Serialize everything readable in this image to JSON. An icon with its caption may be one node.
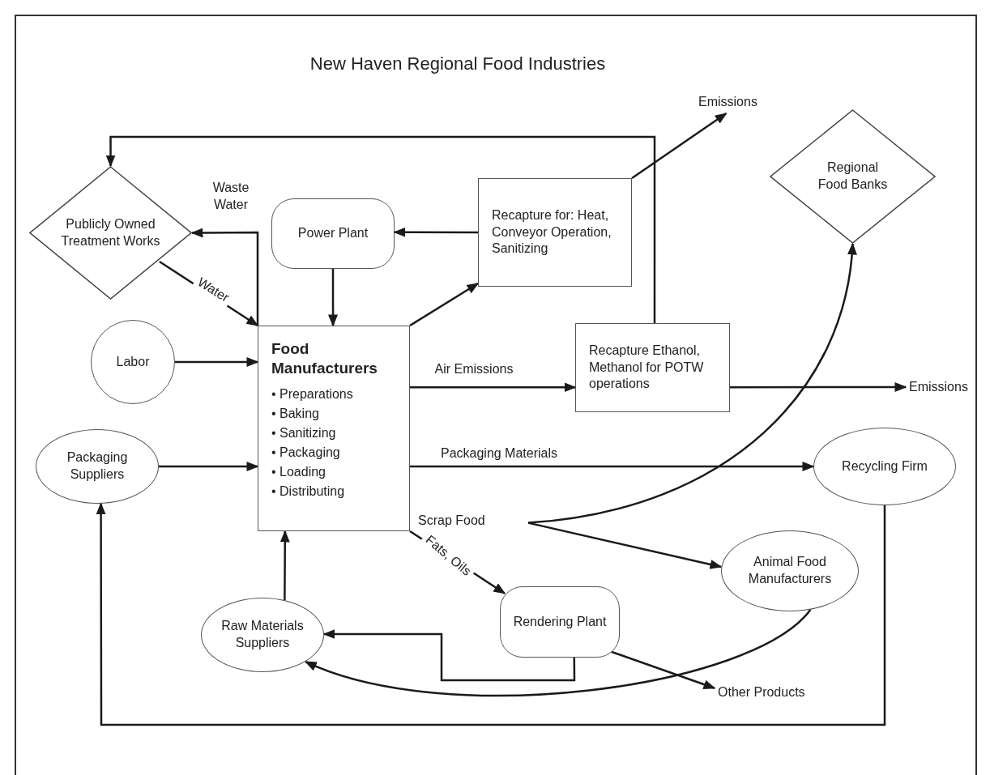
{
  "diagram": {
    "title": "New Haven Regional Food Industries",
    "nodes": [
      {
        "text": [
          "Publicly Owned Treatment Works"
        ]
      },
      {
        "text": [
          "Power Plant"
        ]
      },
      {
        "text": [
          "Recapture for: Heat, Conveyor Operation, Sanitizing"
        ]
      },
      {
        "text": [
          "Regional Food Banks"
        ]
      },
      {
        "text": [
          "Labor"
        ]
      },
      {
        "text": [
          "Food Manufacturers",
          "• Preparations",
          "• Baking",
          "• Sanitizing",
          "• Packaging",
          "• Loading",
          "• Distributing"
        ]
      },
      {
        "text": [
          "Recapture Ethanol, Methanol for POTW operations"
        ]
      },
      {
        "text": [
          "Emissions"
        ]
      },
      {
        "text": [
          "Emissions"
        ]
      },
      {
        "text": [
          "Packaging Suppliers"
        ]
      },
      {
        "text": [
          "Recycling Firm"
        ]
      },
      {
        "text": [
          "Scrap Food"
        ]
      },
      {
        "text": [
          "Animal Food Manufacturers"
        ]
      },
      {
        "text": [
          "Rendering Plant"
        ]
      },
      {
        "text": [
          "Raw Materials Suppliers"
        ]
      },
      {
        "text": [
          "Other Products"
        ]
      }
    ],
    "edges": [
      {
        "from": 5,
        "to": 0,
        "arrow": "to",
        "label": "Waste Water"
      },
      {
        "from": 0,
        "to": 5,
        "arrow": "to",
        "label": "Water"
      },
      {
        "from": 1,
        "to": 5,
        "arrow": "to"
      },
      {
        "from": 2,
        "to": 1,
        "arrow": "to"
      },
      {
        "from": 5,
        "to": 2,
        "arrow": "to"
      },
      {
        "from": 2,
        "to": 7,
        "arrow": "to"
      },
      {
        "from": 6,
        "to": 0,
        "arrow": "to"
      },
      {
        "from": 4,
        "to": 5,
        "arrow": "to"
      },
      {
        "from": 5,
        "to": 6,
        "arrow": "to",
        "label": "Air Emissions"
      },
      {
        "from": 6,
        "to": 8,
        "arrow": "to"
      },
      {
        "from": 9,
        "to": 5,
        "arrow": "to"
      },
      {
        "from": 5,
        "to": 10,
        "arrow": "to",
        "label": "Packaging Materials"
      },
      {
        "from": 11,
        "to": 3,
        "arrow": "to"
      },
      {
        "from": 11,
        "to": 12,
        "arrow": "to"
      },
      {
        "from": 5,
        "to": 13,
        "arrow": "to",
        "label": "Fats, Oils"
      },
      {
        "from": 14,
        "to": 5,
        "arrow": "to"
      },
      {
        "from": 13,
        "to": 14,
        "arrow": "to"
      },
      {
        "from": 13,
        "to": 15,
        "arrow": "to"
      },
      {
        "from": 12,
        "to": 14,
        "arrow": "to"
      },
      {
        "from": 10,
        "to": 9,
        "arrow": "to"
      }
    ]
  }
}
